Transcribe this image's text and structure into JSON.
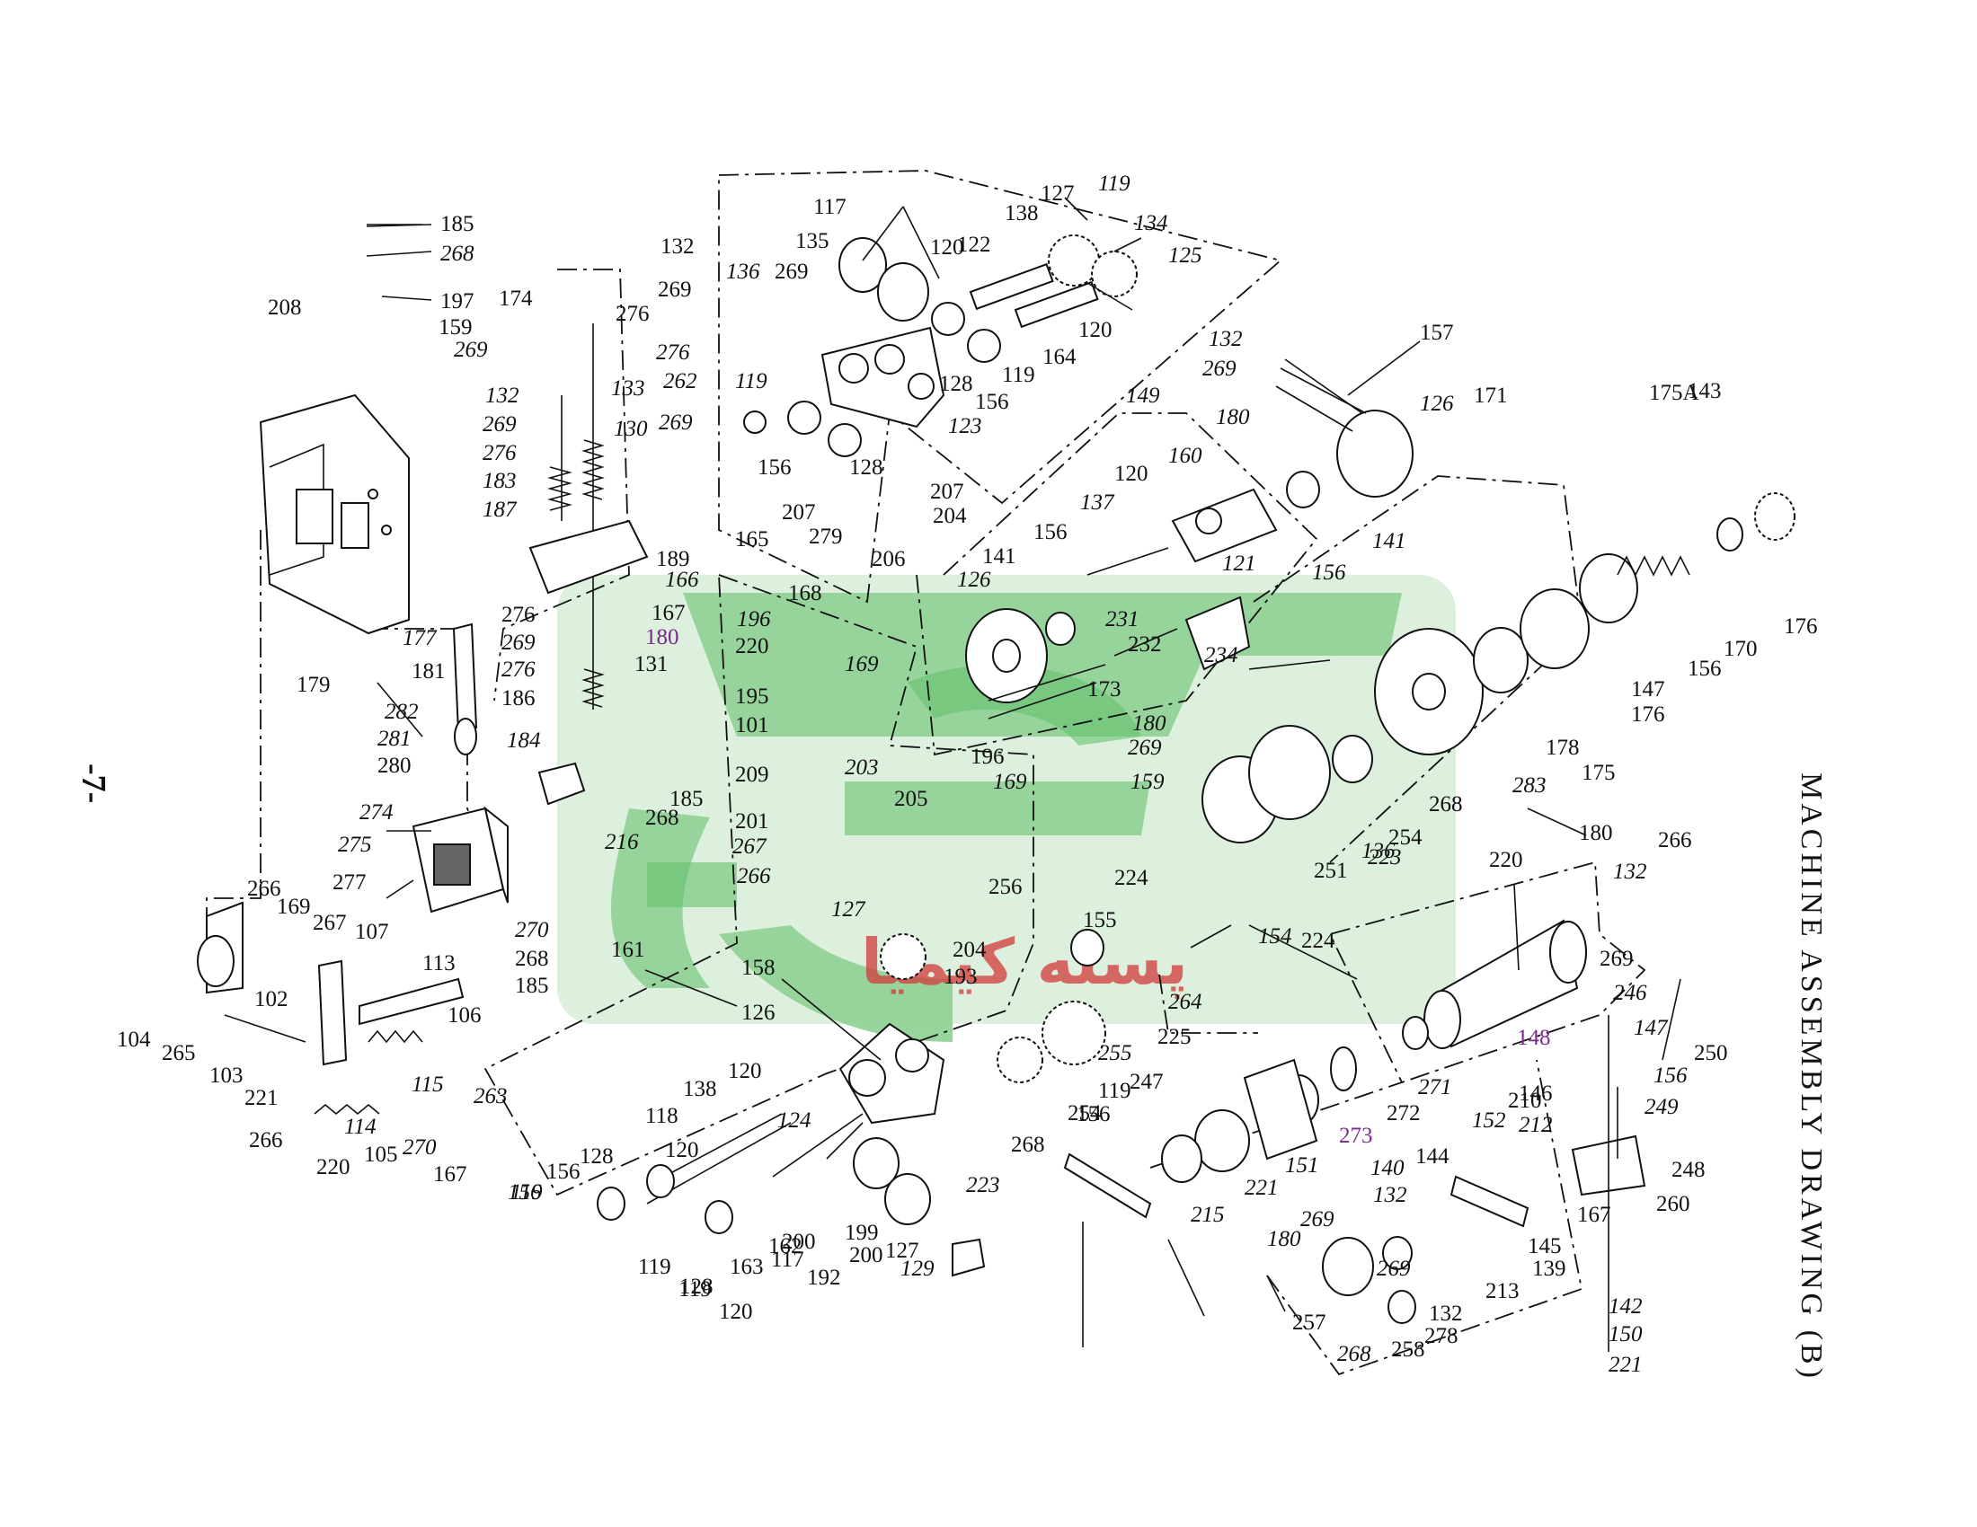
{
  "page": {
    "title": "MACHINE ASSEMBLY DRAWING (B)",
    "page_number": "-7-",
    "watermark_text": "پسته کیمیا",
    "colors": {
      "line": "#111111",
      "watermark_green": "#3fb24a",
      "watermark_red": "#d23a3a",
      "purple_label": "#7a2a8a"
    }
  },
  "labels": [
    "185",
    "268",
    "197",
    "208",
    "159",
    "269",
    "174",
    "132",
    "269",
    "276",
    "183",
    "187",
    "133",
    "130",
    "276",
    "269",
    "276",
    "262",
    "132",
    "269",
    "165",
    "189",
    "166",
    "167",
    "180",
    "131",
    "168",
    "276",
    "269",
    "276",
    "186",
    "184",
    "185",
    "268",
    "216",
    "177",
    "181",
    "179",
    "282",
    "281",
    "280",
    "274",
    "275",
    "277",
    "270",
    "268",
    "185",
    "266",
    "169",
    "267",
    "107",
    "113",
    "104",
    "265",
    "102",
    "106",
    "103",
    "221",
    "115",
    "263",
    "266",
    "114",
    "220",
    "105",
    "270",
    "167",
    "161",
    "117",
    "135",
    "136",
    "269",
    "119",
    "156",
    "128",
    "207",
    "279",
    "206",
    "207",
    "204",
    "138",
    "127",
    "119",
    "122",
    "120",
    "134",
    "125",
    "164",
    "120",
    "119",
    "156",
    "128",
    "123",
    "149",
    "132",
    "269",
    "180",
    "157",
    "126",
    "171",
    "160",
    "120",
    "137",
    "121",
    "141",
    "156",
    "126",
    "141",
    "156",
    "231",
    "232",
    "234",
    "173",
    "180",
    "269",
    "159",
    "196",
    "220",
    "169",
    "195",
    "101",
    "209",
    "203",
    "201",
    "267",
    "266",
    "205",
    "196",
    "169",
    "256",
    "127",
    "204",
    "193",
    "158",
    "126",
    "138",
    "120",
    "118",
    "120",
    "124",
    "156",
    "128",
    "119",
    "119",
    "119",
    "156",
    "128",
    "120",
    "163",
    "162",
    "117",
    "200",
    "192",
    "199",
    "200",
    "127",
    "129",
    "223",
    "268",
    "254",
    "156",
    "119",
    "247",
    "255",
    "225",
    "264",
    "155",
    "224",
    "154",
    "224",
    "175A",
    "143",
    "176",
    "170",
    "156",
    "147",
    "176",
    "175",
    "178",
    "283",
    "268",
    "254",
    "223",
    "251",
    "136",
    "180",
    "220",
    "132",
    "266",
    "269",
    "148",
    "246",
    "147",
    "156",
    "250",
    "249",
    "248",
    "260",
    "273",
    "272",
    "271",
    "151",
    "221",
    "215",
    "146",
    "212",
    "167",
    "210",
    "152",
    "140",
    "144",
    "132",
    "269",
    "180",
    "269",
    "132",
    "213",
    "145",
    "139",
    "142",
    "150",
    "221",
    "257",
    "268",
    "258",
    "278"
  ]
}
